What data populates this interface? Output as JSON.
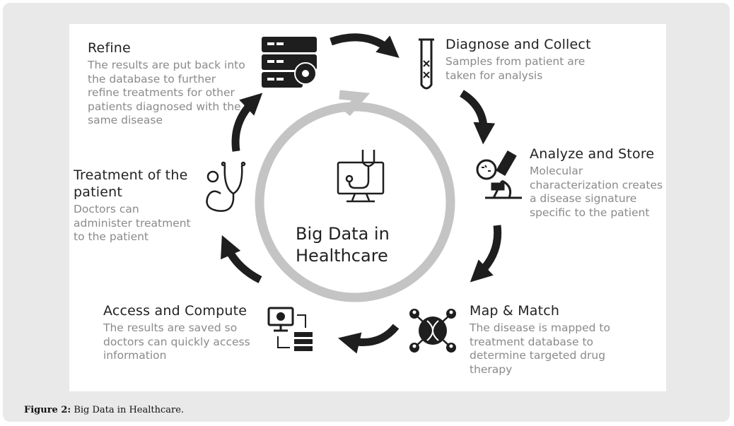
{
  "center": {
    "title": "Big Data in Healthcare"
  },
  "steps": [
    {
      "title": "Diagnose and Collect",
      "text": "Samples from patient are taken for analysis",
      "icon": "test-tube-icon"
    },
    {
      "title": "Analyze and Store",
      "text": "Molecular characterization creates a disease signature specific to the patient",
      "icon": "microscope-icon"
    },
    {
      "title": "Map & Match",
      "text": "The disease is mapped to treatment database to determine targeted drug therapy",
      "icon": "dna-network-icon"
    },
    {
      "title": "Access and Compute",
      "text": "The results are saved so doctors can quickly access information",
      "icon": "computer-server-icon"
    },
    {
      "title": "Treatment of the patient",
      "text": "Doctors can administer treatment to the patient",
      "icon": "stethoscope-icon"
    },
    {
      "title": "Refine",
      "text": "The results are put back into the database to further refine treatments for other patients diagnosed with the same disease",
      "icon": "database-gear-icon"
    }
  ],
  "caption": {
    "label": "Figure 2:",
    "text": " Big Data in Healthcare."
  },
  "colors": {
    "text_dark": "#222222",
    "text_muted": "#8a8a8a",
    "ring": "#c4c4c4",
    "arrow": "#1e1e1e",
    "frame": "#e9e9e9"
  }
}
